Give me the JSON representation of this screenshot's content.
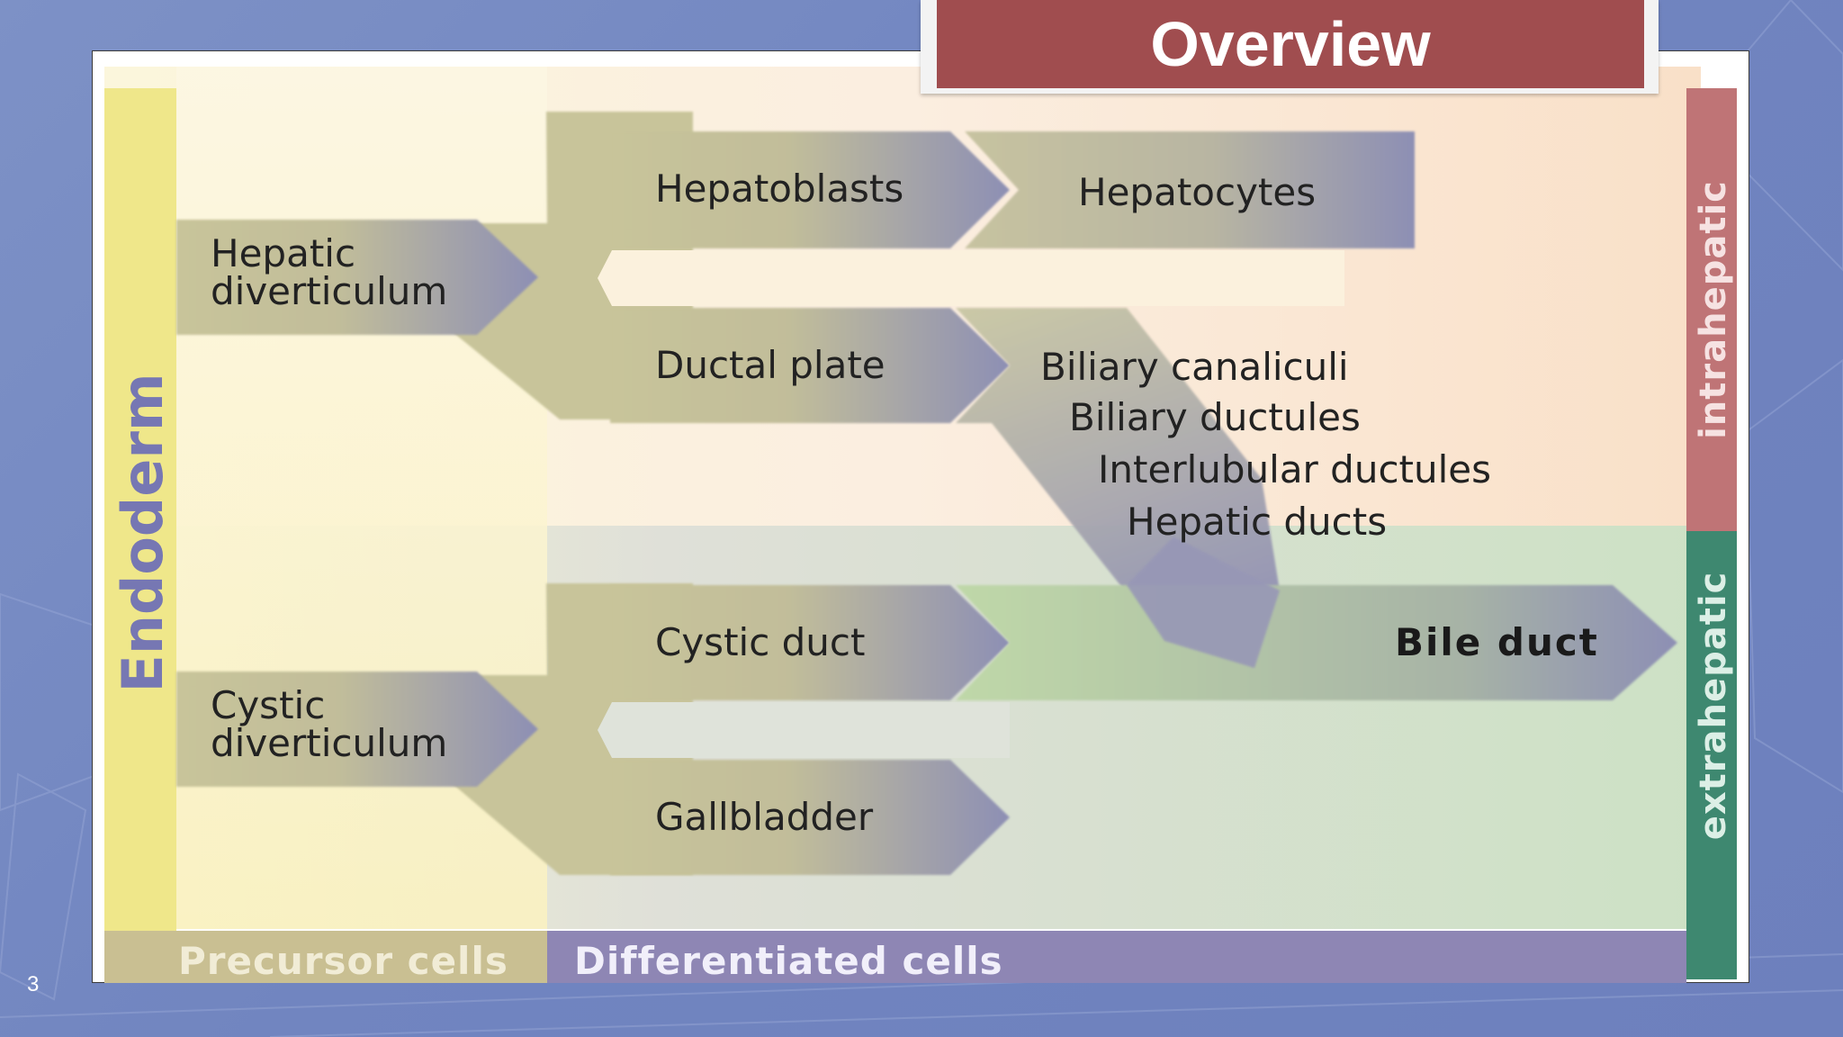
{
  "slide": {
    "title": "Overview",
    "number": "3"
  },
  "diagram": {
    "side_label": "Endoderm",
    "sections": {
      "intrahepatic": "intrahepatic",
      "extrahepatic": "extrahepatic"
    },
    "footer": {
      "precursor": "Precursor cells",
      "differentiated": "Differentiated cells"
    },
    "nodes": {
      "hepatic_diverticulum": [
        "Hepatic",
        "diverticulum"
      ],
      "cystic_diverticulum": [
        "Cystic",
        "diverticulum"
      ],
      "hepatoblasts": "Hepatoblasts",
      "hepatocytes": "Hepatocytes",
      "ductal_plate": "Ductal plate",
      "cystic_duct": "Cystic duct",
      "gallbladder": "Gallbladder",
      "bile_duct": "Bile duct"
    },
    "biliary_tree": [
      "Biliary canaliculi",
      "Biliary ductules",
      "Interlubular ductules",
      "Hepatic ducts"
    ]
  },
  "colors": {
    "title_bar": "#a04d4f",
    "arrow_body": "#c8c49a",
    "arrow_tip": "#8d8fb4",
    "endoderm_band": "#efe78a",
    "endoderm_text": "#7677b3",
    "intrahepatic_band": "#bf7476",
    "extrahepatic_band": "#3e8870",
    "footer_precursor": "#c9bf92",
    "footer_differentiated": "#8e86b4"
  }
}
